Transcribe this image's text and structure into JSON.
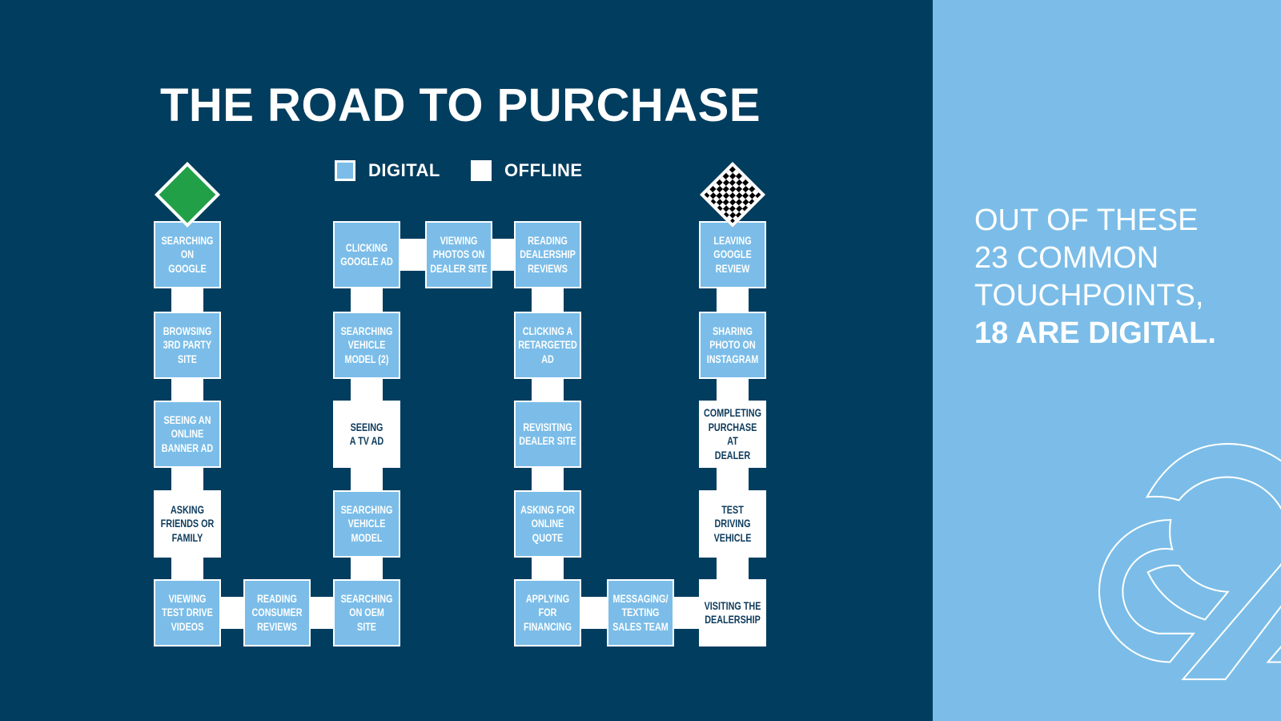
{
  "title": "THE ROAD TO PURCHASE",
  "legend": {
    "digital": "DIGITAL",
    "offline": "OFFLINE"
  },
  "colors": {
    "background": "#013d5f",
    "digital": "#7bbde8",
    "offline": "#ffffff",
    "start": "#21a048",
    "panel": "#7bbde8"
  },
  "icons": {
    "start": "green-diamond-start-icon",
    "finish": "checkered-flag-diamond-icon"
  },
  "steps": [
    {
      "label": "SEARCHING\nON\nGOOGLE",
      "type": "digital"
    },
    {
      "label": "BROWSING\n3RD PARTY\nSITE",
      "type": "digital"
    },
    {
      "label": "SEEING AN\nONLINE\nBANNER AD",
      "type": "digital"
    },
    {
      "label": "ASKING\nFRIENDS OR\nFAMILY",
      "type": "offline"
    },
    {
      "label": "VIEWING\nTEST DRIVE\nVIDEOS",
      "type": "digital"
    },
    {
      "label": "READING\nCONSUMER\nREVIEWS",
      "type": "digital"
    },
    {
      "label": "SEARCHING\nON OEM\nSITE",
      "type": "digital"
    },
    {
      "label": "SEARCHING\nVEHICLE\nMODEL",
      "type": "digital"
    },
    {
      "label": "SEEING\nA TV AD",
      "type": "offline"
    },
    {
      "label": "SEARCHING\nVEHICLE\nMODEL (2)",
      "type": "digital"
    },
    {
      "label": "CLICKING\nGOOGLE AD",
      "type": "digital"
    },
    {
      "label": "VIEWING\nPHOTOS ON\nDEALER SITE",
      "type": "digital"
    },
    {
      "label": "READING\nDEALERSHIP\nREVIEWS",
      "type": "digital"
    },
    {
      "label": "CLICKING A\nRETARGETED\nAD",
      "type": "digital"
    },
    {
      "label": "REVISITING\nDEALER SITE",
      "type": "digital"
    },
    {
      "label": "ASKING FOR\nONLINE\nQUOTE",
      "type": "digital"
    },
    {
      "label": "APPLYING\nFOR\nFINANCING",
      "type": "digital"
    },
    {
      "label": "MESSAGING/\nTEXTING\nSALES TEAM",
      "type": "digital"
    },
    {
      "label": "VISITING THE\nDEALERSHIP",
      "type": "offline"
    },
    {
      "label": "TEST\nDRIVING\nVEHICLE",
      "type": "offline"
    },
    {
      "label": "COMPLETING\nPURCHASE AT\nDEALER",
      "type": "offline"
    },
    {
      "label": "SHARING\nPHOTO ON\nINSTAGRAM",
      "type": "digital"
    },
    {
      "label": "LEAVING\nGOOGLE\nREVIEW",
      "type": "digital"
    }
  ],
  "tagline": {
    "line1": "OUT OF THESE",
    "line2": "23 COMMON",
    "line3": "TOUCHPOINTS,",
    "highlight": "18 ARE DIGITAL."
  }
}
